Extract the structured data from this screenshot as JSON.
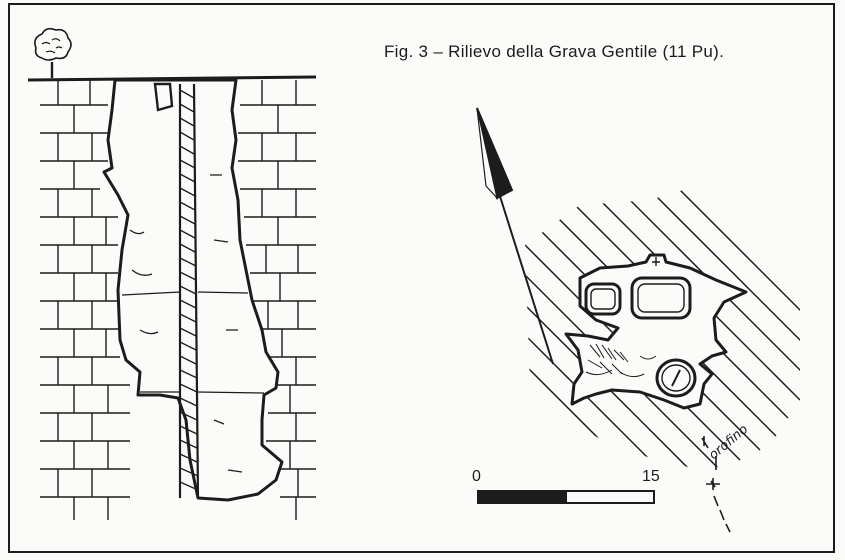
{
  "caption": "Fig. 3 – Rilievo della Grava Gentile (11 Pu).",
  "scale": {
    "start": "0",
    "end": "15"
  },
  "handwritten_note": "orofino",
  "colors": {
    "ink": "#1c1c1c",
    "paper": "#fbfbf9"
  },
  "icons": {
    "tree": "tree-icon",
    "north_arrow": "north-arrow-icon",
    "benchmark": "survey-benchmark-icon"
  }
}
